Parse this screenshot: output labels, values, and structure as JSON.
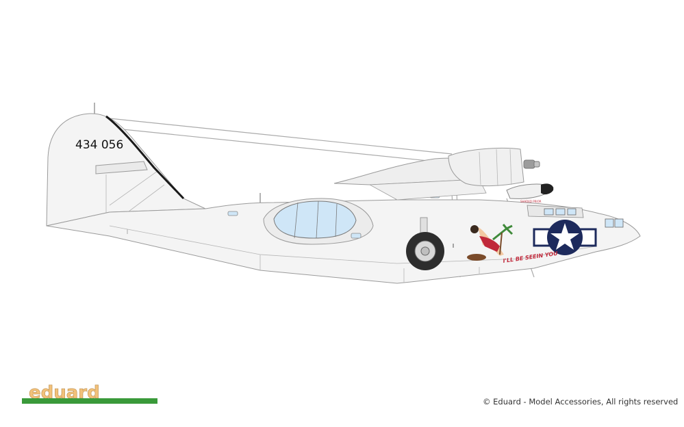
{
  "aircraft": {
    "serial_number": "434 056",
    "nose_art_text": "I'LL BE SEEIN YOU",
    "cockpit_marking": "SHADED PRIOR",
    "colors": {
      "body": "#f4f4f4",
      "outline": "#9a9a9a",
      "glass": "#cfe6f7",
      "insignia_blue": "#1d2a5c",
      "nose_art_red": "#c0283a",
      "tire": "#2d2d2d",
      "antenna": "#1a1a1a"
    }
  },
  "branding": {
    "logo_text": "eduard",
    "logo_color": "#f2c17a",
    "logo_bar_color": "#3a9a3a",
    "copyright": "© Eduard - Model Accessories, All rights reserved"
  }
}
